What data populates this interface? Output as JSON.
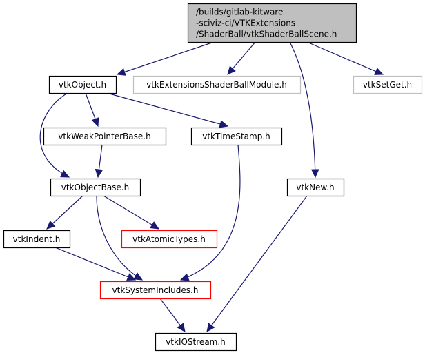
{
  "diagram": {
    "type": "include-dependency-graph",
    "colors": {
      "edge": "#191970",
      "root_fill": "#bfbfbf",
      "root_border": "#000000",
      "normal_border": "#000000",
      "external_border": "#bfbfbf",
      "truncated_border": "#ff0000"
    },
    "nodes": [
      {
        "id": "root",
        "kind": "root",
        "lines": [
          "/builds/gitlab-kitware",
          "-sciviz-ci/VTKExtensions",
          "/ShaderBall/vtkShaderBallScene.h"
        ]
      },
      {
        "id": "vtkObject",
        "kind": "normal",
        "lines": [
          "vtkObject.h"
        ]
      },
      {
        "id": "vtkExtensionsShaderBallModule",
        "kind": "external",
        "lines": [
          "vtkExtensionsShaderBallModule.h"
        ]
      },
      {
        "id": "vtkSetGet",
        "kind": "external",
        "lines": [
          "vtkSetGet.h"
        ]
      },
      {
        "id": "vtkWeakPointerBase",
        "kind": "normal",
        "lines": [
          "vtkWeakPointerBase.h"
        ]
      },
      {
        "id": "vtkTimeStamp",
        "kind": "normal",
        "lines": [
          "vtkTimeStamp.h"
        ]
      },
      {
        "id": "vtkObjectBase",
        "kind": "normal",
        "lines": [
          "vtkObjectBase.h"
        ]
      },
      {
        "id": "vtkNew",
        "kind": "normal",
        "lines": [
          "vtkNew.h"
        ]
      },
      {
        "id": "vtkIndent",
        "kind": "normal",
        "lines": [
          "vtkIndent.h"
        ]
      },
      {
        "id": "vtkAtomicTypes",
        "kind": "truncated",
        "lines": [
          "vtkAtomicTypes.h"
        ]
      },
      {
        "id": "vtkSystemIncludes",
        "kind": "truncated",
        "lines": [
          "vtkSystemIncludes.h"
        ]
      },
      {
        "id": "vtkIOStream",
        "kind": "normal",
        "lines": [
          "vtkIOStream.h"
        ]
      }
    ],
    "edges": [
      {
        "from": "root",
        "to": "vtkObject"
      },
      {
        "from": "root",
        "to": "vtkExtensionsShaderBallModule"
      },
      {
        "from": "root",
        "to": "vtkNew"
      },
      {
        "from": "root",
        "to": "vtkSetGet"
      },
      {
        "from": "vtkObject",
        "to": "vtkObjectBase"
      },
      {
        "from": "vtkObject",
        "to": "vtkWeakPointerBase"
      },
      {
        "from": "vtkObject",
        "to": "vtkTimeStamp"
      },
      {
        "from": "vtkWeakPointerBase",
        "to": "vtkObjectBase"
      },
      {
        "from": "vtkTimeStamp",
        "to": "vtkSystemIncludes"
      },
      {
        "from": "vtkObjectBase",
        "to": "vtkIndent"
      },
      {
        "from": "vtkObjectBase",
        "to": "vtkSystemIncludes"
      },
      {
        "from": "vtkObjectBase",
        "to": "vtkAtomicTypes"
      },
      {
        "from": "vtkIndent",
        "to": "vtkSystemIncludes"
      },
      {
        "from": "vtkSystemIncludes",
        "to": "vtkIOStream"
      },
      {
        "from": "vtkNew",
        "to": "vtkIOStream"
      }
    ]
  }
}
